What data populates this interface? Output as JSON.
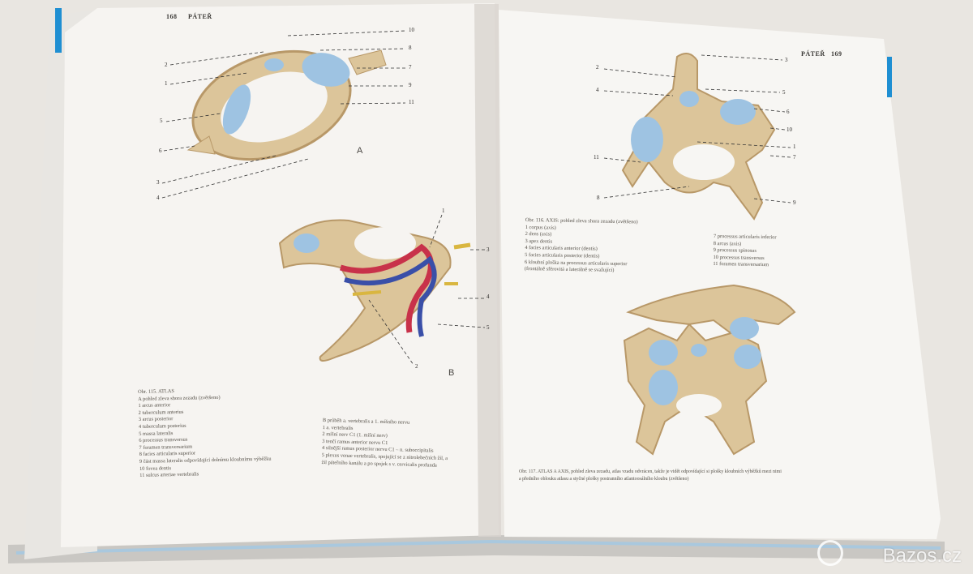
{
  "page_left": {
    "page_number": "168",
    "running_head": "PÁTEŘ",
    "figure_a_letter": "A",
    "figure_b_letter": "B",
    "fig_a_labels": [
      "10",
      "8",
      "7",
      "9",
      "11",
      "2",
      "1",
      "5",
      "6",
      "3",
      "4"
    ],
    "fig_b_labels": [
      "1",
      "3",
      "4",
      "5",
      "2"
    ],
    "caption_title": "Obr. 115. ATLAS",
    "caption_lines": [
      "A  pohled zleva shora zezadu (zvětšeno)",
      "1  arcus anterior",
      "2  tuberculum anterius",
      "3  arcus posterior",
      "4  tuberculum posterius",
      "5  massa lateralis",
      "6  processus transversus",
      "7  foramen transversarium",
      "8  facies articularis superior",
      "9  část massa lateralis odpovídající dolnímu kloubnímu výběžku",
      "10  fovea dentis",
      "11  sulcus arteriae vertebralis"
    ],
    "caption_b_lines": [
      "B  průběh a. vertebralis a 1. míšního nervu",
      "1  a. vertebralis",
      "2  míšní nerv C1 (1. míšní nerv)",
      "3  tenčí ramus anterior nervu C1",
      "4  silnější ramus posterior nervu C1 – n. suboccipitalis",
      "5  plexus venae vertebralis, spojující se z nitrolebečních žil, a",
      "   žil páteřního kanálu a po spojek s v. cervicalis profunda"
    ]
  },
  "page_right": {
    "page_number": "169",
    "running_head": "PÁTEŘ",
    "fig116_labels": [
      "3",
      "2",
      "4",
      "5",
      "6",
      "10",
      "1",
      "7",
      "11",
      "8",
      "9"
    ],
    "caption116_title": "Obr. 116. AXIS: pohled zleva shora zezadu (zvětšeno)",
    "caption116_left": [
      "1  corpus (axis)",
      "2  dens (axis)",
      "3  apex dentis",
      "4  facies articularis anterior (dentis)",
      "5  facies articularis posterior (dentis)",
      "6  kloubní ploška na processus articularis superior",
      "   (frontálně sférovitá a laterálně se svažující)"
    ],
    "caption116_right": [
      "7  processus articularis inferior",
      "8  arcus (axis)",
      "9  processus spinosus",
      "10  processus transversus",
      "11  foramen transversarium"
    ],
    "caption117_lines": [
      "Obr. 117. ATLAS A AXIS, pohled zleva zezadu, atlas vzadu odvrácen, takže je vidět odpovídající si plošky kloubních výběžků mezi nimi",
      "a předního oblouku atlasu a styčné plošky postranního atlantoosálního kloubu (zvětšeno)"
    ]
  },
  "watermark": "Bazos.cz",
  "colors": {
    "background": "#e9e6e1",
    "paper": "#f6f4f1",
    "bone": "#dcc59a",
    "bone_shadow": "#b89868",
    "cartilage": "#9ec3e2",
    "book_cover": "#1f8fd2",
    "artery": "#c8324a",
    "vein": "#3a4fa8",
    "nerve": "#d9b640"
  }
}
